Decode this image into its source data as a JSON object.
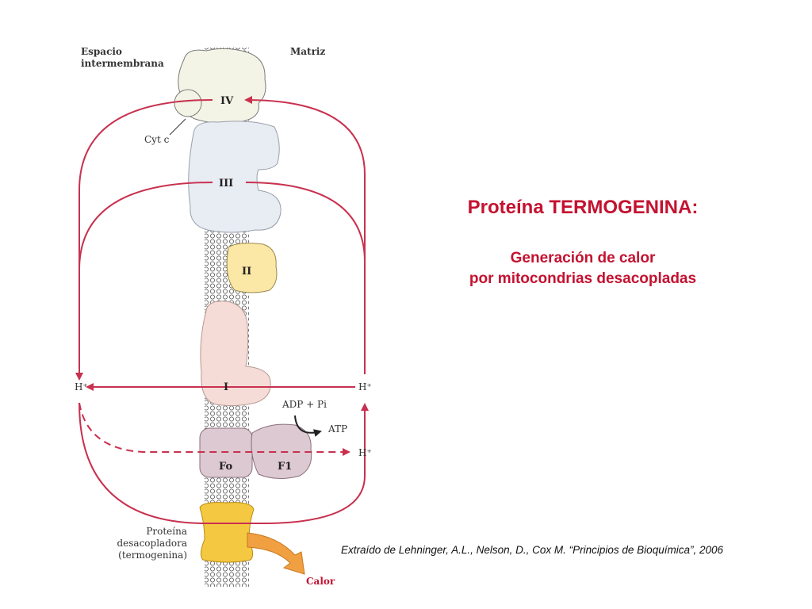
{
  "diagram": {
    "labels": {
      "intermembrane_line1": "Espacio",
      "intermembrane_line2": "intermembrana",
      "matrix": "Matriz",
      "cyt_c": "Cyt c",
      "complex_iv": "IV",
      "complex_iii": "III",
      "complex_ii": "II",
      "complex_i": "I",
      "adp_pi": "ADP + Pi",
      "atp": "ATP",
      "fo": "Fo",
      "f1": "F1",
      "h_left": "H⁺",
      "h_right_upper": "H⁺",
      "h_right_lower": "H⁺",
      "uncoupler_line1": "Proteína",
      "uncoupler_line2": "desacopladora",
      "uncoupler_line3": "(termogenina)",
      "heat": "Calor"
    },
    "colors": {
      "arrow": "#c8314f",
      "complex_iv": "#f4f4e6",
      "complex_iii": "#e8ecf3",
      "complex_ii": "#fbe7a6",
      "complex_i": "#f6dcd6",
      "atp_synthase": "#ddc9d2",
      "thermogenin": "#f5c842",
      "heat_arrow": "#f0a040"
    }
  },
  "title": {
    "main": "Proteína TERMOGENINA:",
    "line1": "Generación de calor",
    "line2": "por mitocondrias desacopladas",
    "color": "#c41230"
  },
  "citation": "Extraído de Lehninger, A.L., Nelson, D., Cox M. “Principios de Bioquímica”, 2006"
}
